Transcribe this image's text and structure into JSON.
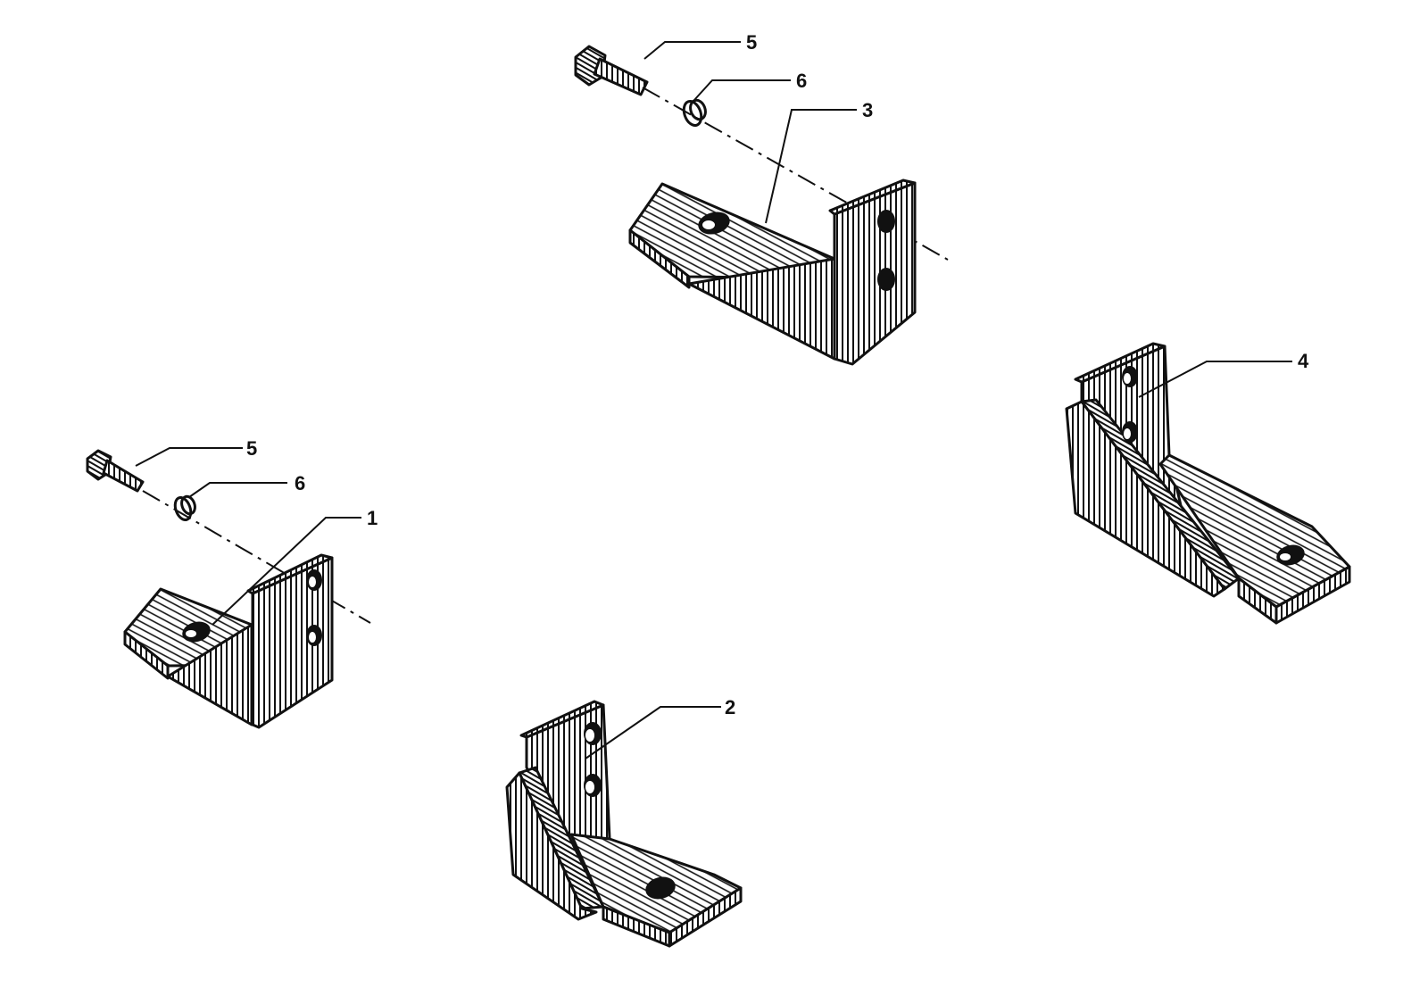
{
  "callouts": {
    "c1": "1",
    "c2": "2",
    "c3": "3",
    "c4": "4",
    "c5_top": "5",
    "c6_top": "6",
    "c5_left": "5",
    "c6_left": "6"
  },
  "colors": {
    "ink": "#111111",
    "paper": "#ffffff"
  }
}
